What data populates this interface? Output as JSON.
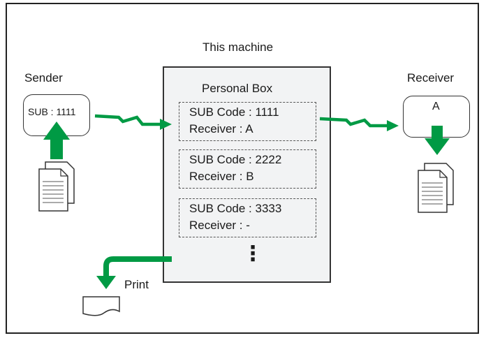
{
  "machine": {
    "title": "This machine",
    "box_title": "Personal Box",
    "more": "⋮"
  },
  "sender": {
    "label": "Sender",
    "sub_display": "SUB : 1111"
  },
  "receiver": {
    "label": "Receiver",
    "name": "A"
  },
  "entries": [
    {
      "code_label": "SUB Code : 1111",
      "receiver_label": "Receiver : A"
    },
    {
      "code_label": "SUB Code : 2222",
      "receiver_label": "Receiver : B"
    },
    {
      "code_label": "SUB Code : 3333",
      "receiver_label": "Receiver : -"
    }
  ],
  "print": {
    "label": "Print"
  },
  "colors": {
    "arrow": "#009a44",
    "box_fill": "#f2f3f4",
    "border": "#333333"
  },
  "icons": [
    "document-icon",
    "paper-output-icon",
    "transmission-arrow-icon"
  ]
}
